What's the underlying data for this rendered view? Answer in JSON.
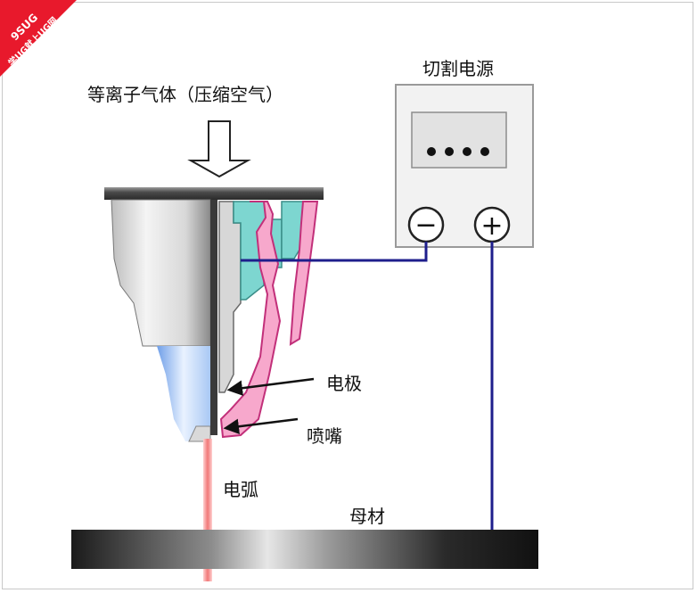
{
  "watermark": {
    "line1": "9SUG",
    "line2": "学UG就上UG网"
  },
  "labels": {
    "gas": "等离子气体（压缩空气）",
    "power_supply": "切割电源",
    "electrode": "电极",
    "nozzle": "喷嘴",
    "arc": "电弧",
    "workpiece": "母材"
  },
  "terminals": {
    "negative": "−",
    "positive": "+"
  },
  "colors": {
    "nozzle_pink": "#f7a8cc",
    "nozzle_outline": "#c2307a",
    "insulator_teal": "#7dd6d0",
    "wire_blue": "#1e1e8c",
    "plasma_blue": "#a9c8f4",
    "arc_red": "#f07878",
    "watermark_red": "#e8192c"
  }
}
